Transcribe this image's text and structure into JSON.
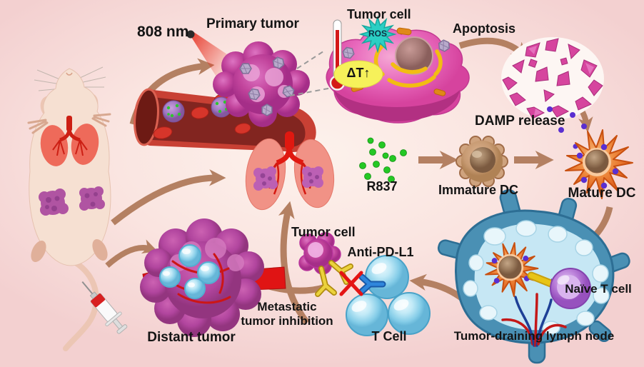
{
  "labels": {
    "laser_wavelength": "808 nm",
    "primary_tumor": "Primary tumor",
    "tumor_cell_top": "Tumor cell",
    "ros": "ROS",
    "delta_t": "ΔT↑",
    "apoptosis": "Apoptosis",
    "damp_release": "DAMP release",
    "r837": "R837",
    "immature_dc": "Immature DC",
    "mature_dc": "Mature DC",
    "naive_t_cell": "Naïve T cell",
    "tumor_draining_lymph_node": "Tumor-draining lymph node",
    "t_cell": "T Cell",
    "anti_pd_l1": "Anti-PD-L1",
    "tumor_cell_bottom": "Tumor cell",
    "metastatic_line1": "Metastatic",
    "metastatic_line2": "tumor inhibition",
    "distant_tumor": "Distant tumor"
  },
  "colors": {
    "background_pink": "#f6d8d6",
    "arrow_brown": "#b48062",
    "tumor_magenta": "#c23d98",
    "laser_red": "#e63020",
    "ros_cyan": "#2bcfc4",
    "delta_t_yellow": "#f6f15a",
    "r837_green": "#24c824",
    "damp_purple": "#5a2fd0",
    "immature_dc_brown": "#cfa37e",
    "mature_dc_orange": "#e8732a",
    "lymph_node_blue": "#4a90b4",
    "t_cell_cyan": "#8fd0e8",
    "naive_t_cell_purple": "#a86cc8",
    "anti_pd_l1_blue": "#2f86dc",
    "pd_l1_yellow": "#ecd23c",
    "blood_red": "#c0392b"
  }
}
